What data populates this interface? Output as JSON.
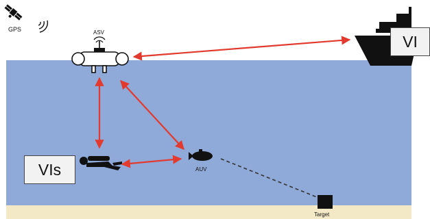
{
  "diagram": {
    "labels": {
      "gps": "GPS",
      "asv": "ASV",
      "auv": "AUV",
      "target": "Target",
      "ship_box": "VI",
      "diver_box": "VIs"
    },
    "colors": {
      "sky": "#ffffff",
      "water": "#8fa9d8",
      "seabed": "#f4e9c6",
      "arrow": "#e23a2e",
      "link_dashed": "#333333",
      "silhouette": "#111111"
    },
    "icons": [
      "satellite-icon",
      "signal-icon",
      "asv-icon",
      "ship-icon",
      "diver-icon",
      "auv-icon",
      "target-icon"
    ],
    "links": [
      {
        "from": "ASV",
        "to": "Ship",
        "style": "double-arrow"
      },
      {
        "from": "ASV",
        "to": "Diver",
        "style": "double-arrow"
      },
      {
        "from": "ASV",
        "to": "AUV",
        "style": "double-arrow"
      },
      {
        "from": "Diver",
        "to": "AUV",
        "style": "double-arrow"
      },
      {
        "from": "AUV",
        "to": "Target",
        "style": "dashed"
      }
    ]
  }
}
